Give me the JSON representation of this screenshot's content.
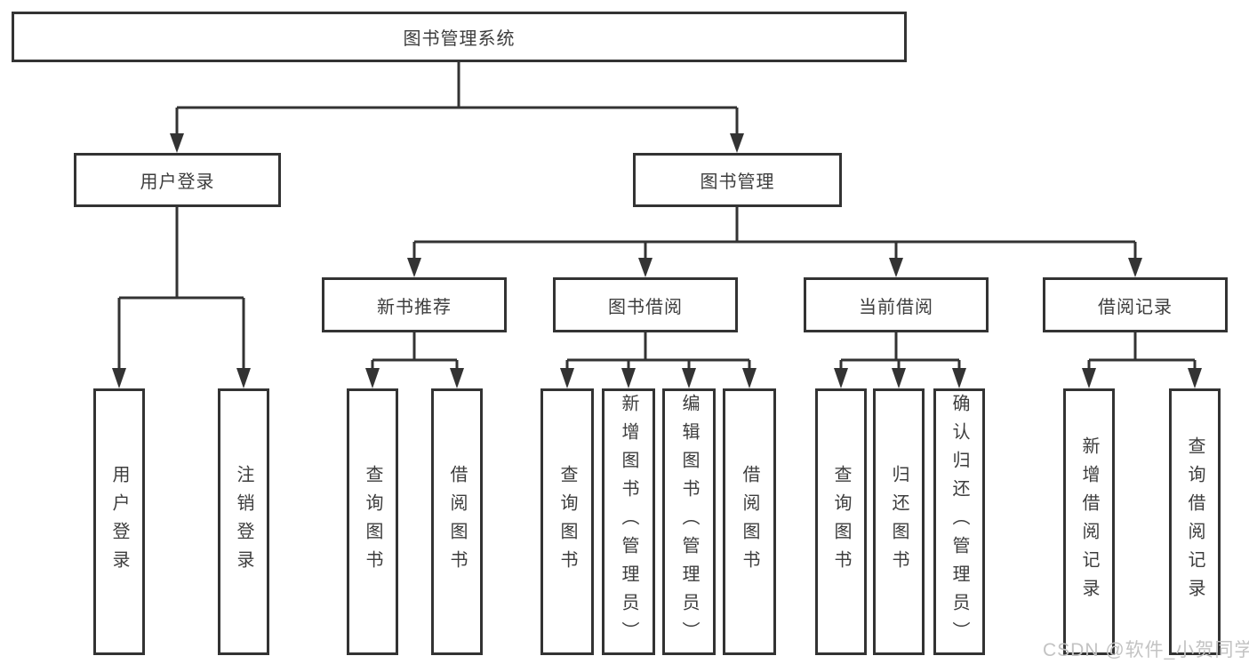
{
  "diagram": {
    "root": {
      "label": "图书管理系统"
    },
    "level2": [
      {
        "label": "用户登录"
      },
      {
        "label": "图书管理"
      }
    ],
    "level3": [
      {
        "label": "新书推荐"
      },
      {
        "label": "图书借阅"
      },
      {
        "label": "当前借阅"
      },
      {
        "label": "借阅记录"
      }
    ],
    "leaves": [
      {
        "label": "用户登录"
      },
      {
        "label": "注销登录"
      },
      {
        "label": "查询图书"
      },
      {
        "label": "借阅图书"
      },
      {
        "label": "查询图书"
      },
      {
        "label": "新增图书（管理员）"
      },
      {
        "label": "编辑图书（管理员）"
      },
      {
        "label": "借阅图书"
      },
      {
        "label": "查询图书"
      },
      {
        "label": "归还图书"
      },
      {
        "label": "确认归还（管理员）"
      },
      {
        "label": "新增借阅记录"
      },
      {
        "label": "查询借阅记录"
      }
    ],
    "watermark": "CSDN @软件_小贺同学"
  },
  "colors": {
    "line": "#333333",
    "text": "#3d3d3d",
    "background": "#ffffff",
    "watermark": "#c3c3c3"
  }
}
